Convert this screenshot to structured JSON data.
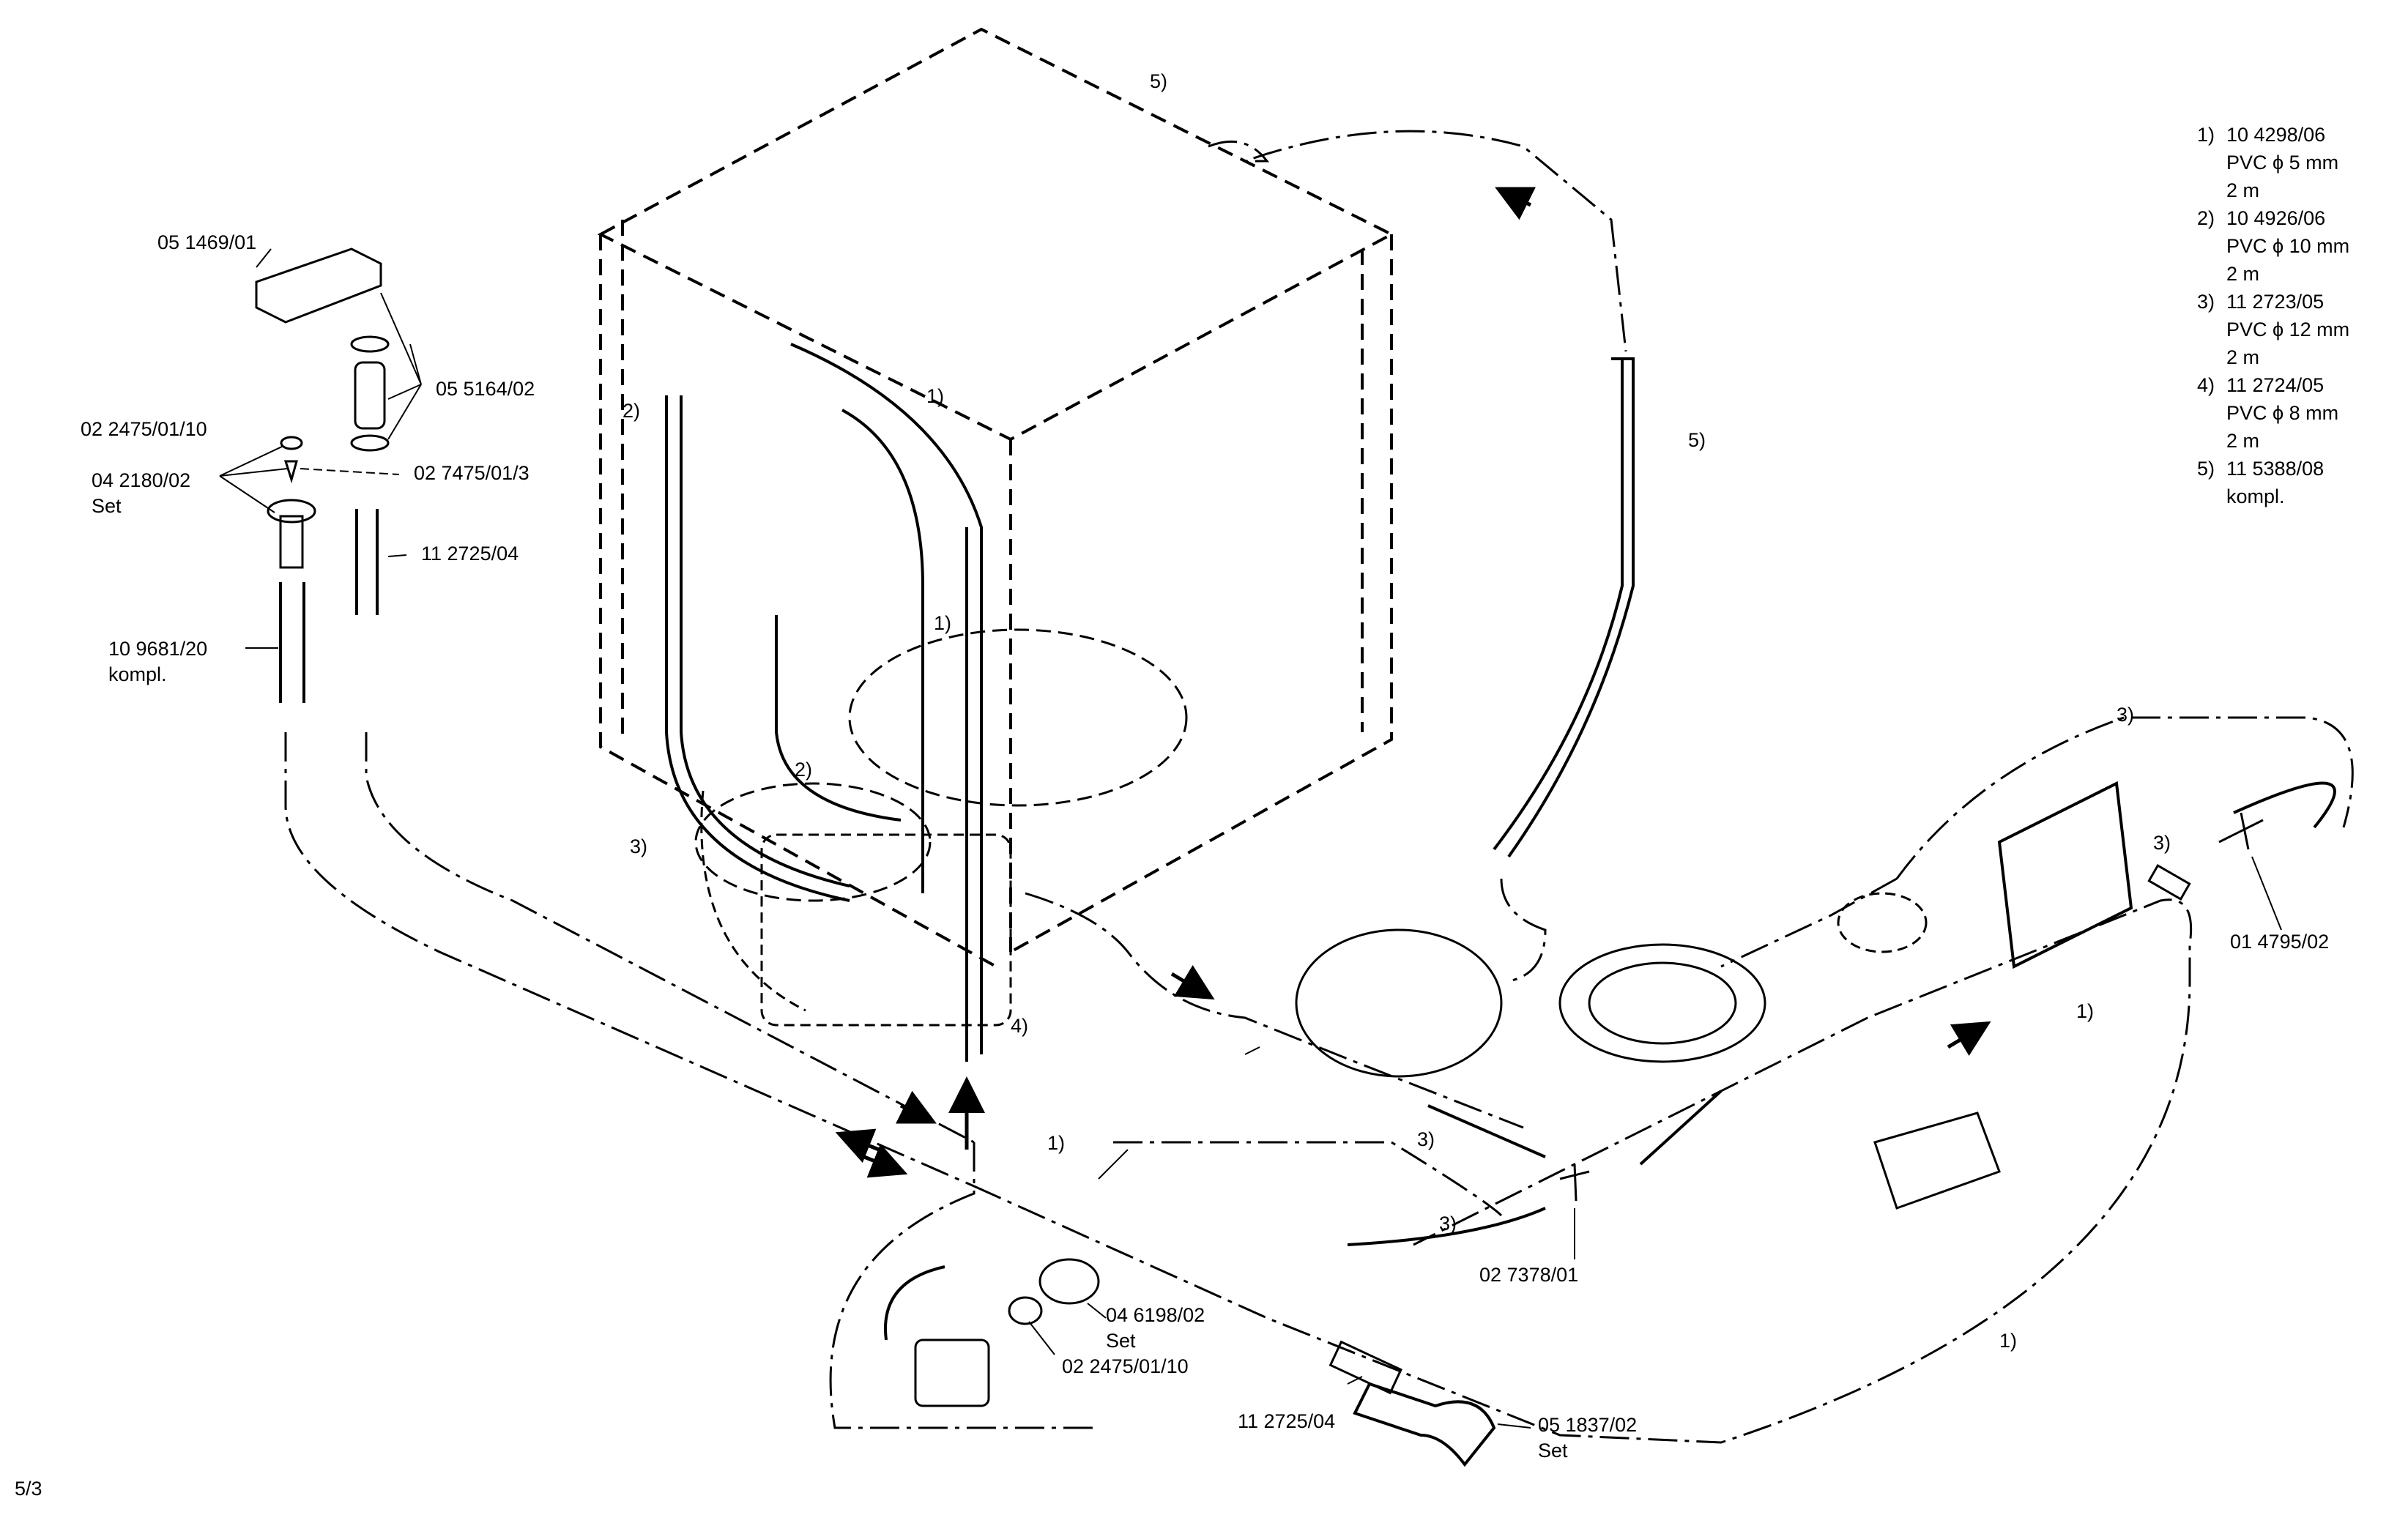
{
  "legend": [
    {
      "num": "1)",
      "part": "10 4298/06",
      "line2": "PVC ϕ 5 mm",
      "line3": "2 m"
    },
    {
      "num": "2)",
      "part": "10 4926/06",
      "line2": "PVC ϕ 10 mm",
      "line3": "2 m"
    },
    {
      "num": "3)",
      "part": "11 2723/05",
      "line2": "PVC ϕ 12 mm",
      "line3": "2 m"
    },
    {
      "num": "4)",
      "part": "11 2724/05",
      "line2": "PVC ϕ 8 mm",
      "line3": "2 m"
    },
    {
      "num": "5)",
      "part": "11 5388/08",
      "line2": "kompl.",
      "line3": ""
    }
  ],
  "labels": {
    "p_05_1469_01": "05 1469/01",
    "p_05_5164_02": "05 5164/02",
    "p_02_2475_01_10_top": "02 2475/01/10",
    "p_04_2180_02": "04 2180/02",
    "p_set_1": "Set",
    "p_02_7475_01_3": "02 7475/01/3",
    "p_11_2725_04_top": "11 2725/04",
    "p_10_9681_20": "10 9681/20",
    "p_kompl": "kompl.",
    "p_01_4795_02": "01 4795/02",
    "p_02_7378_01": "02 7378/01",
    "p_04_6198_02": "04 6198/02",
    "p_set_2": "Set",
    "p_02_2475_01_10_bottom": "02 2475/01/10",
    "p_11_2725_04_bottom": "11 2725/04",
    "p_05_1837_02": "05 1837/02",
    "p_set_3": "Set"
  },
  "hose_refs": {
    "r1a": "1)",
    "r1b": "1)",
    "r1c": "1)",
    "r1d": "1)",
    "r1e": "1)",
    "r2a": "2)",
    "r2b": "2)",
    "r3a": "3)",
    "r3b": "3)",
    "r3c": "3)",
    "r3d": "3)",
    "r3e": "3)",
    "r4": "4)",
    "r5a": "5)",
    "r5b": "5)"
  },
  "page_number": "5/3"
}
